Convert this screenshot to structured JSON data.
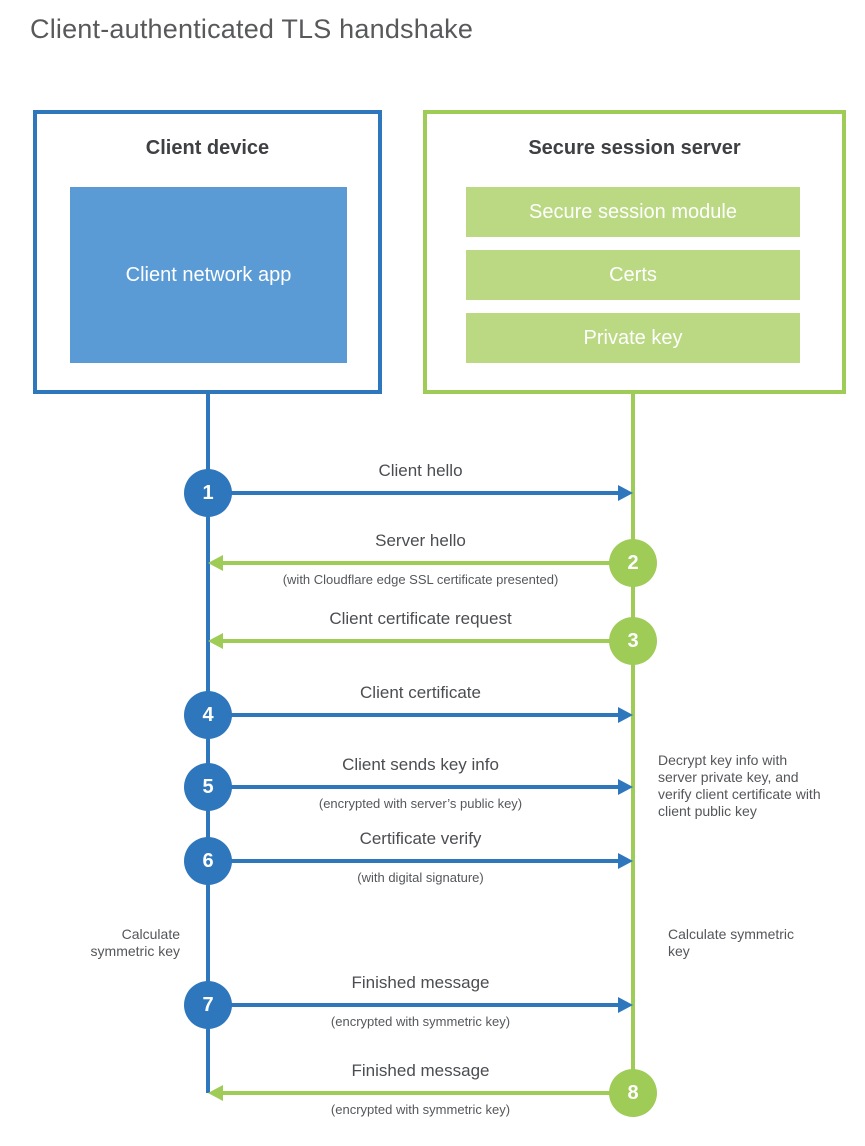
{
  "title": "Client-authenticated TLS handshake",
  "client_box": {
    "title": "Client device",
    "app_label": "Client network app"
  },
  "server_box": {
    "title": "Secure session server",
    "modules": [
      "Secure session module",
      "Certs",
      "Private key"
    ]
  },
  "steps": [
    {
      "num": "1",
      "actor": "client",
      "direction": "right",
      "label": "Client hello",
      "sublabel": ""
    },
    {
      "num": "2",
      "actor": "server",
      "direction": "left",
      "label": "Server hello",
      "sublabel": "(with Cloudflare edge SSL certificate presented)"
    },
    {
      "num": "3",
      "actor": "server",
      "direction": "left",
      "label": "Client certificate request",
      "sublabel": ""
    },
    {
      "num": "4",
      "actor": "client",
      "direction": "right",
      "label": "Client certificate",
      "sublabel": ""
    },
    {
      "num": "5",
      "actor": "client",
      "direction": "right",
      "label": "Client sends key info",
      "sublabel": "(encrypted with server’s public key)"
    },
    {
      "num": "6",
      "actor": "client",
      "direction": "right",
      "label": "Certificate verify",
      "sublabel": "(with digital signature)"
    },
    {
      "num": "7",
      "actor": "client",
      "direction": "right",
      "label": "Finished message",
      "sublabel": "(encrypted with symmetric key)"
    },
    {
      "num": "8",
      "actor": "server",
      "direction": "left",
      "label": "Finished message",
      "sublabel": "(encrypted with symmetric key)"
    }
  ],
  "annotations": {
    "client_calculate": "Calculate symmetric key",
    "server_calculate": "Calculate symmetric key",
    "server_decrypt": "Decrypt key info with server private key, and verify client certificate with client public key"
  },
  "colors": {
    "blue": "#2e77bd",
    "blue-light": "#5b9bd5",
    "green": "#9fcb57",
    "green-light": "#bad982",
    "text-dark": "#3f4043",
    "text-gray": "#54565a"
  }
}
